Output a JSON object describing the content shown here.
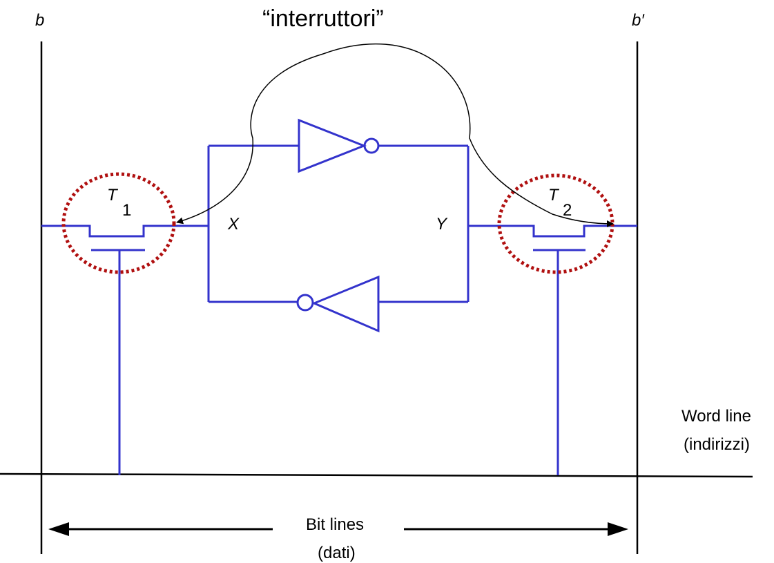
{
  "labels": {
    "b_left": "b",
    "b_right": "b′",
    "switches": "“interruttori”",
    "t1_letter": "T",
    "t1_sub": "1",
    "t2_letter": "T",
    "t2_sub": "2",
    "node_x": "X",
    "node_y": "Y",
    "word_line_1": "Word line",
    "word_line_2": "(indirizzi)",
    "bit_lines_1": "Bit lines",
    "bit_lines_2": "(dati)"
  },
  "colors": {
    "circuit": "#3333cc",
    "wire": "#000000",
    "highlight": "#b01010"
  }
}
